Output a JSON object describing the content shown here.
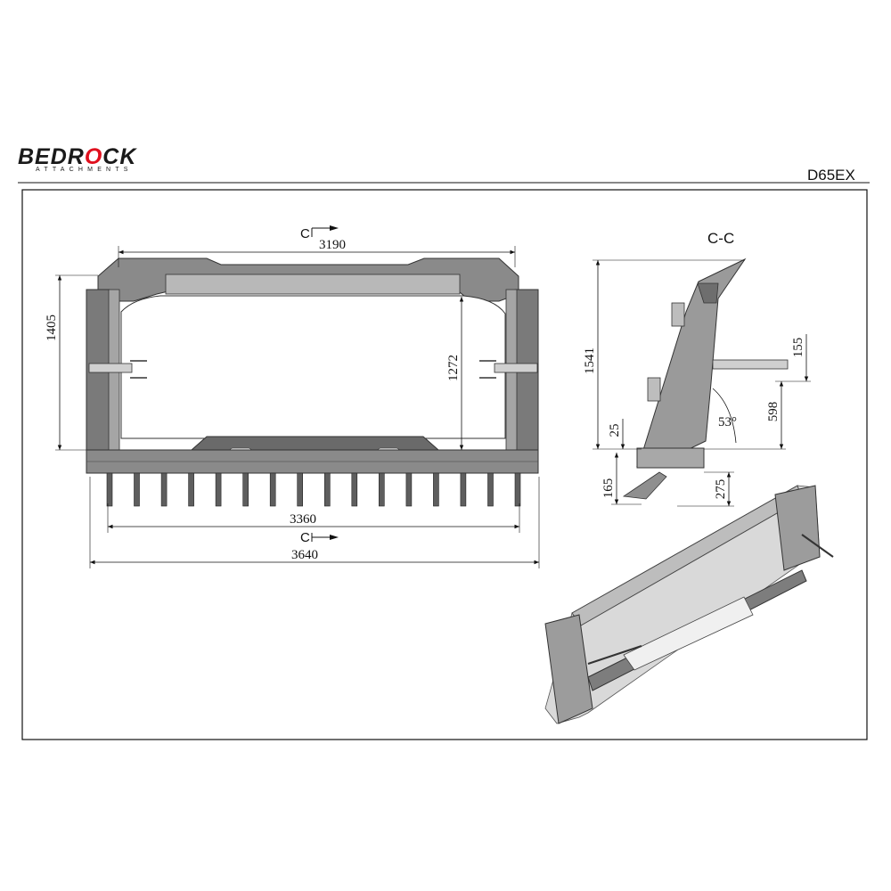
{
  "logo": {
    "brand_main": "BEDR",
    "brand_accent": "O",
    "brand_tail": "CK",
    "subtitle": "ATTACHMENTS"
  },
  "model": "D65EX",
  "front_view": {
    "top_width": "3190",
    "tines_width": "3360",
    "overall_width": "3640",
    "left_height": "1405",
    "inner_height": "1272",
    "section_marker": "C",
    "tine_count": 16
  },
  "section_view": {
    "title": "C-C",
    "height_total": "1541",
    "cylinder_offset": "155",
    "cylinder_height": "598",
    "angle": "53°",
    "plate_small": "25",
    "bottom_left": "165",
    "bottom_right": "275"
  },
  "colors": {
    "frame": "#8a8a8a",
    "frame_dark": "#5e5e5e",
    "line": "#111111",
    "accent": "#e0101e"
  }
}
